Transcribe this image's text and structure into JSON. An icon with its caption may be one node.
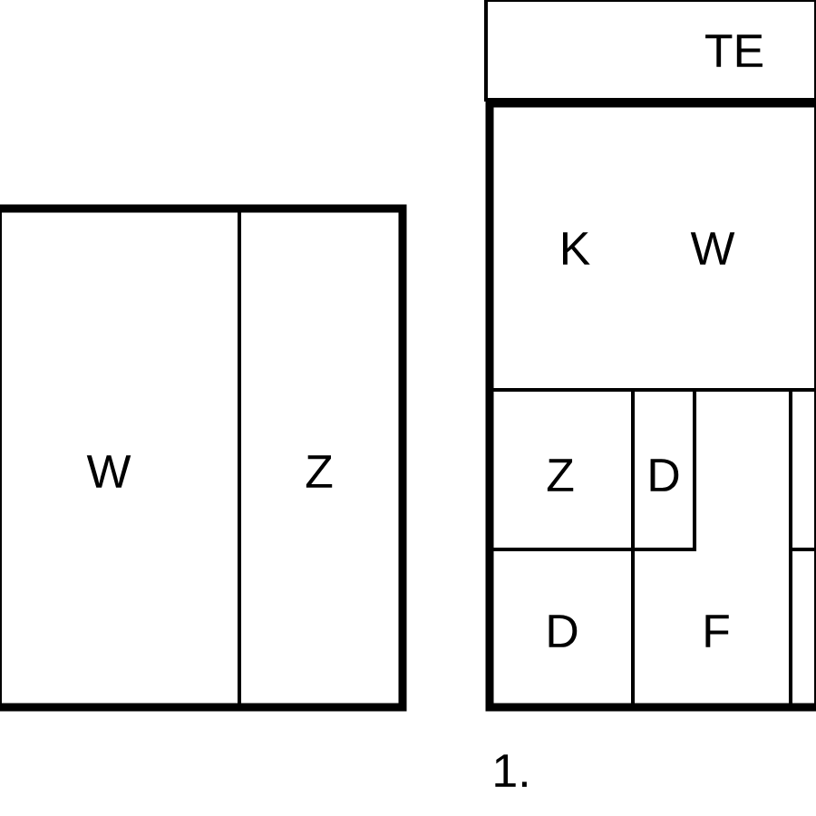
{
  "diagram": {
    "nodes": [
      {
        "text": [
          "W"
        ]
      },
      {
        "text": [
          "Z"
        ]
      },
      {
        "text": [
          "TE"
        ]
      },
      {
        "text": [
          "K",
          "W"
        ]
      },
      {
        "text": [
          "Z"
        ]
      },
      {
        "text": [
          "D"
        ]
      },
      {
        "text": [
          "D"
        ]
      },
      {
        "text": [
          "F"
        ]
      },
      {
        "text": [],
        "shape": "box"
      },
      {
        "text": [],
        "shape": "box"
      }
    ],
    "labels": [
      "1."
    ]
  }
}
